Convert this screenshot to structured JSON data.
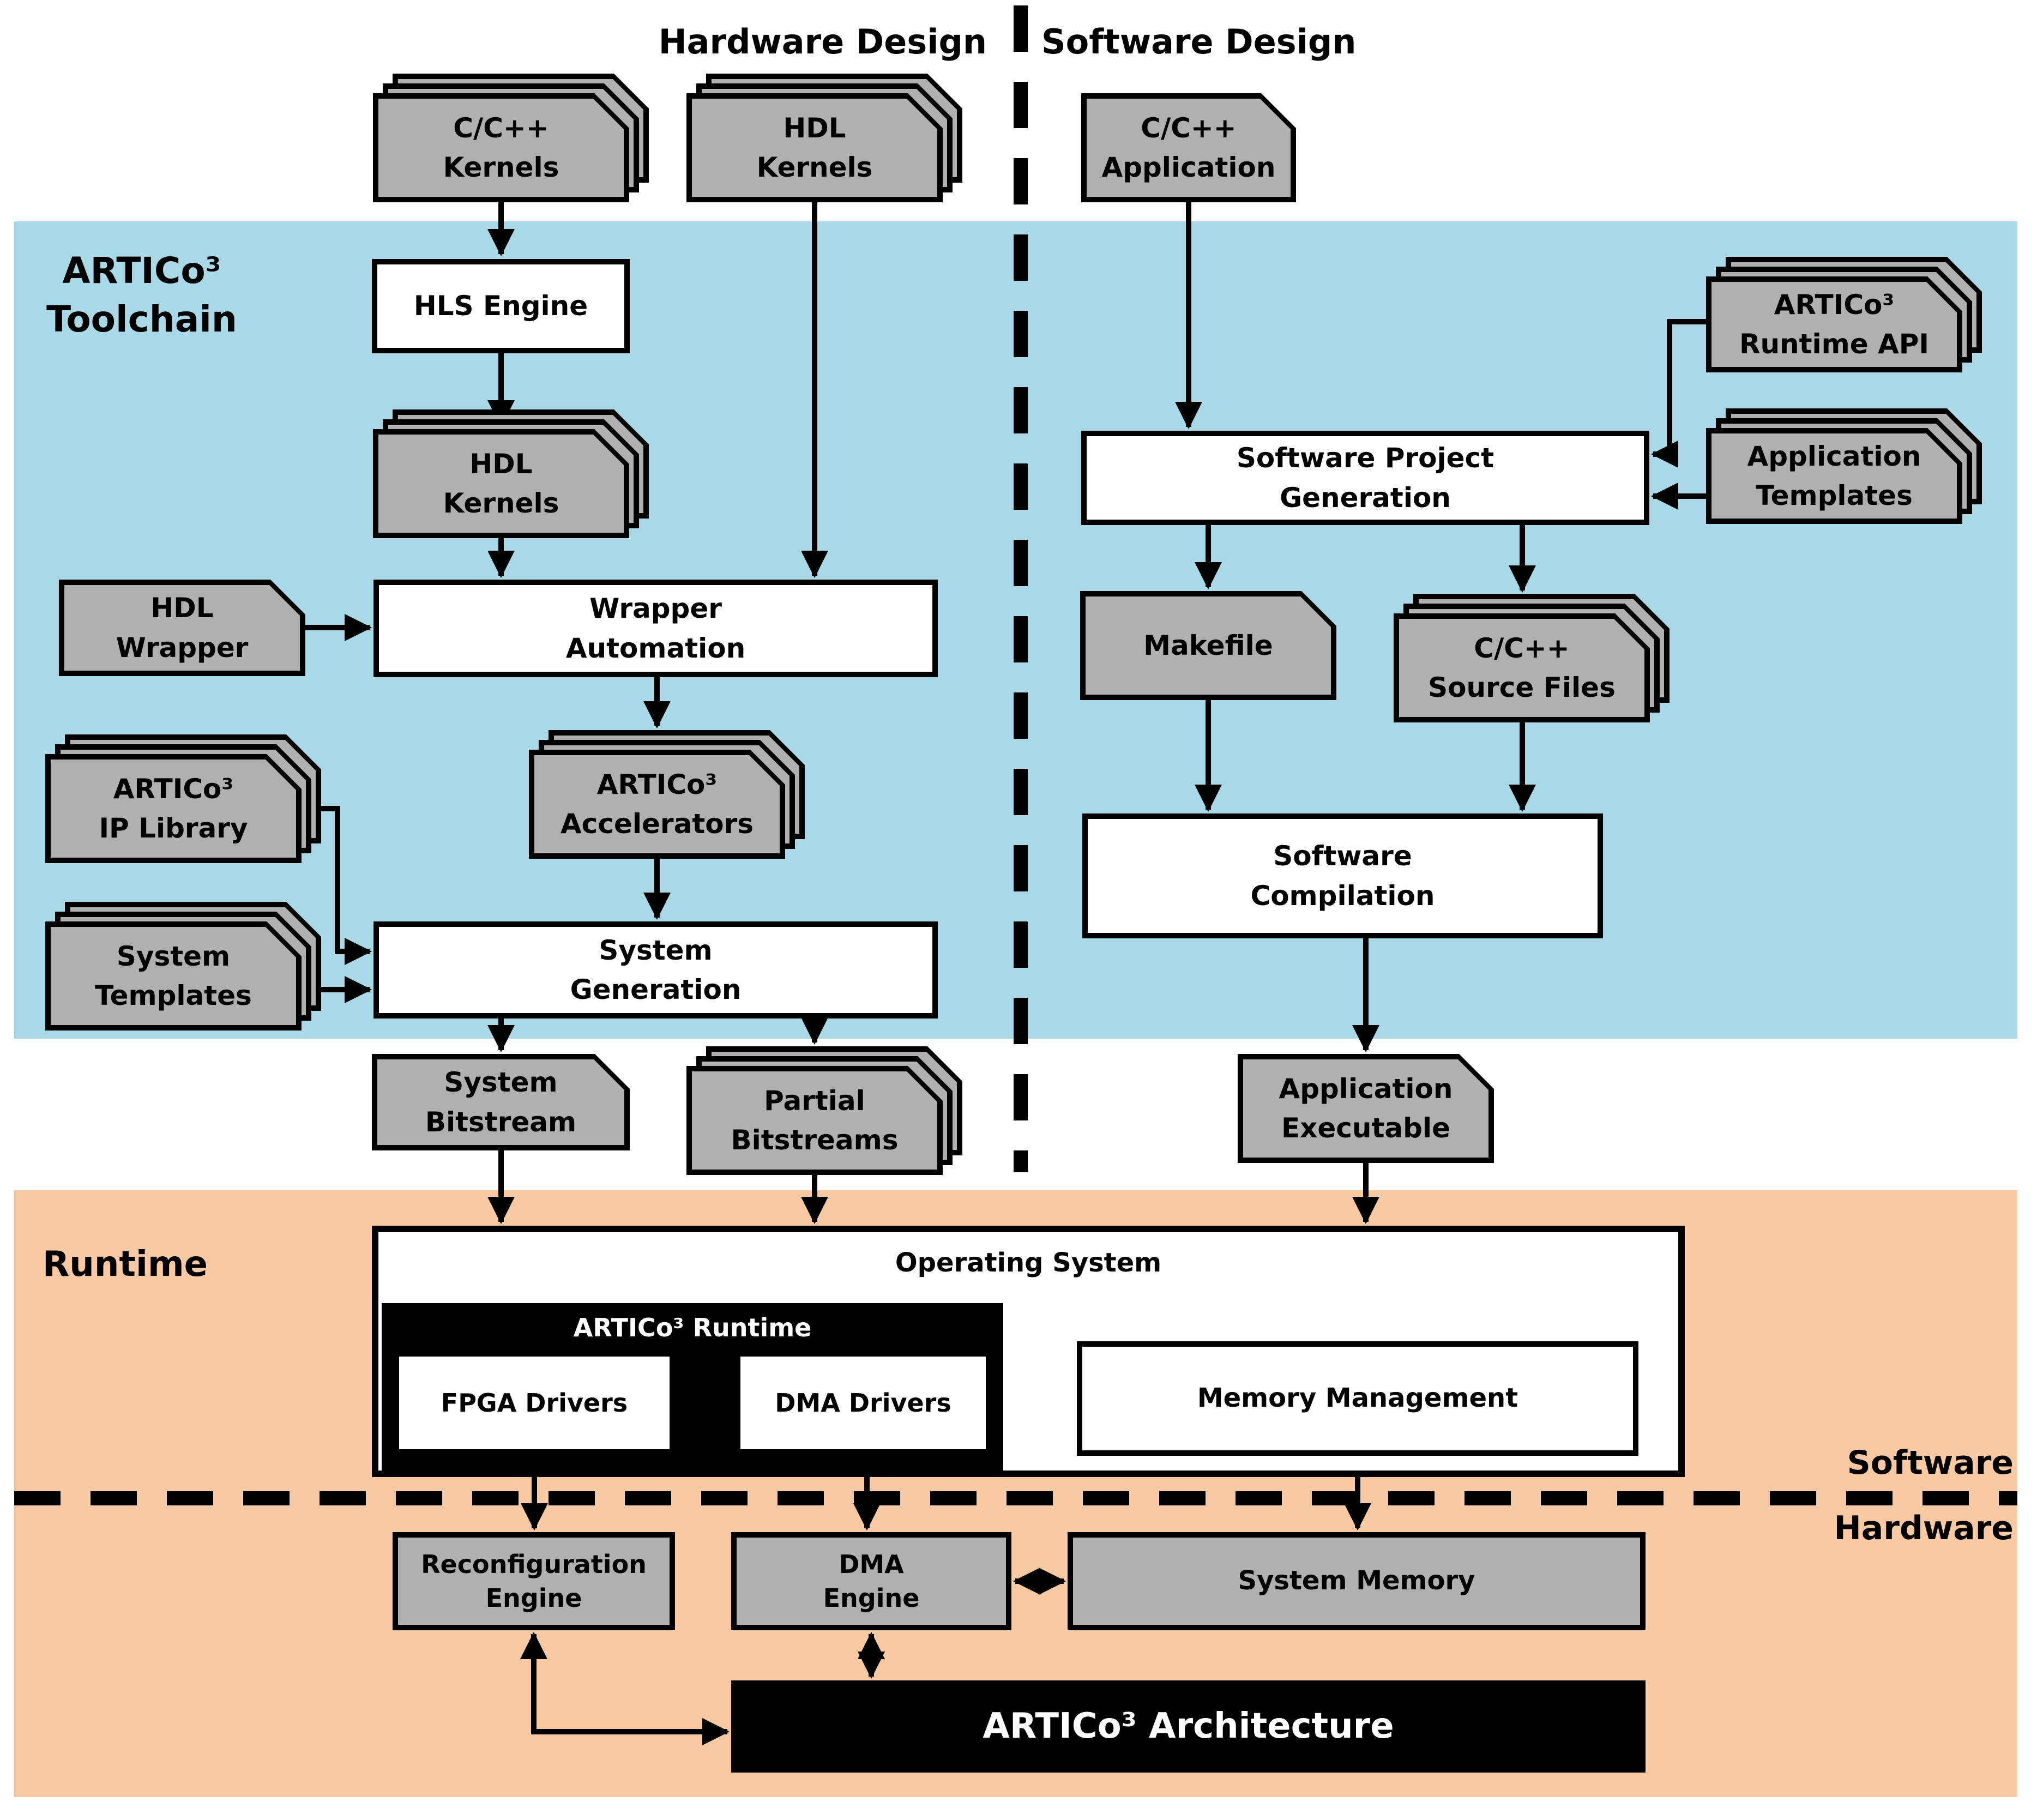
{
  "headers": {
    "hardware_design": "Hardware Design",
    "software_design": "Software Design"
  },
  "regions": {
    "toolchain": {
      "label_line1": "ARTICo³",
      "label_line2": "Toolchain",
      "color": "#a9d9e6"
    },
    "runtime": {
      "label": "Runtime",
      "color": "#f9c9a3"
    },
    "layer_labels": {
      "software": "Software",
      "hardware": "Hardware"
    }
  },
  "colors": {
    "background": "#ffffff",
    "toolchain_band": "#a9d9e6",
    "runtime_band": "#f9c9a3",
    "sheet_gray": "#b0b0b0",
    "line_black": "#000000",
    "process_white": "#ffffff"
  },
  "nodes": {
    "cc_kernels": {
      "lines": [
        "C/C++",
        "Kernels"
      ]
    },
    "hdl_kernels_design": {
      "lines": [
        "HDL",
        "Kernels"
      ]
    },
    "hls_engine": {
      "lines": [
        "HLS Engine"
      ]
    },
    "hdl_kernels_gen": {
      "lines": [
        "HDL",
        "Kernels"
      ]
    },
    "hdl_wrapper": {
      "lines": [
        "HDL",
        "Wrapper"
      ]
    },
    "wrapper_automation": {
      "lines": [
        "Wrapper",
        "Automation"
      ]
    },
    "ip_library": {
      "lines": [
        "ARTICo³",
        "IP Library"
      ]
    },
    "accelerators": {
      "lines": [
        "ARTICo³",
        "Accelerators"
      ]
    },
    "system_templates": {
      "lines": [
        "System",
        "Templates"
      ]
    },
    "system_generation": {
      "lines": [
        "System",
        "Generation"
      ]
    },
    "system_bitstream": {
      "lines": [
        "System",
        "Bitstream"
      ]
    },
    "partial_bitstreams": {
      "lines": [
        "Partial",
        "Bitstreams"
      ]
    },
    "cc_application": {
      "lines": [
        "C/C++",
        "Application"
      ]
    },
    "runtime_api": {
      "lines": [
        "ARTICo³",
        "Runtime API"
      ]
    },
    "app_templates": {
      "lines": [
        "Application",
        "Templates"
      ]
    },
    "sw_project_generation": {
      "lines": [
        "Software Project",
        "Generation"
      ]
    },
    "makefile": {
      "lines": [
        "Makefile"
      ]
    },
    "src_files": {
      "lines": [
        "C/C++",
        "Source Files"
      ]
    },
    "sw_compilation": {
      "lines": [
        "Software",
        "Compilation"
      ]
    },
    "app_executable": {
      "lines": [
        "Application",
        "Executable"
      ]
    },
    "operating_system": {
      "lines": [
        "Operating System"
      ]
    },
    "artico_runtime": {
      "lines": [
        "ARTICo³ Runtime"
      ]
    },
    "fpga_drivers": {
      "lines": [
        "FPGA Drivers"
      ]
    },
    "dma_drivers": {
      "lines": [
        "DMA Drivers"
      ]
    },
    "memory_management": {
      "lines": [
        "Memory Management"
      ]
    },
    "reconfig_engine": {
      "lines": [
        "Reconfiguration",
        "Engine"
      ]
    },
    "dma_engine": {
      "lines": [
        "DMA",
        "Engine"
      ]
    },
    "system_memory": {
      "lines": [
        "System Memory"
      ]
    },
    "architecture": {
      "lines": [
        "ARTICo³ Architecture"
      ]
    }
  }
}
